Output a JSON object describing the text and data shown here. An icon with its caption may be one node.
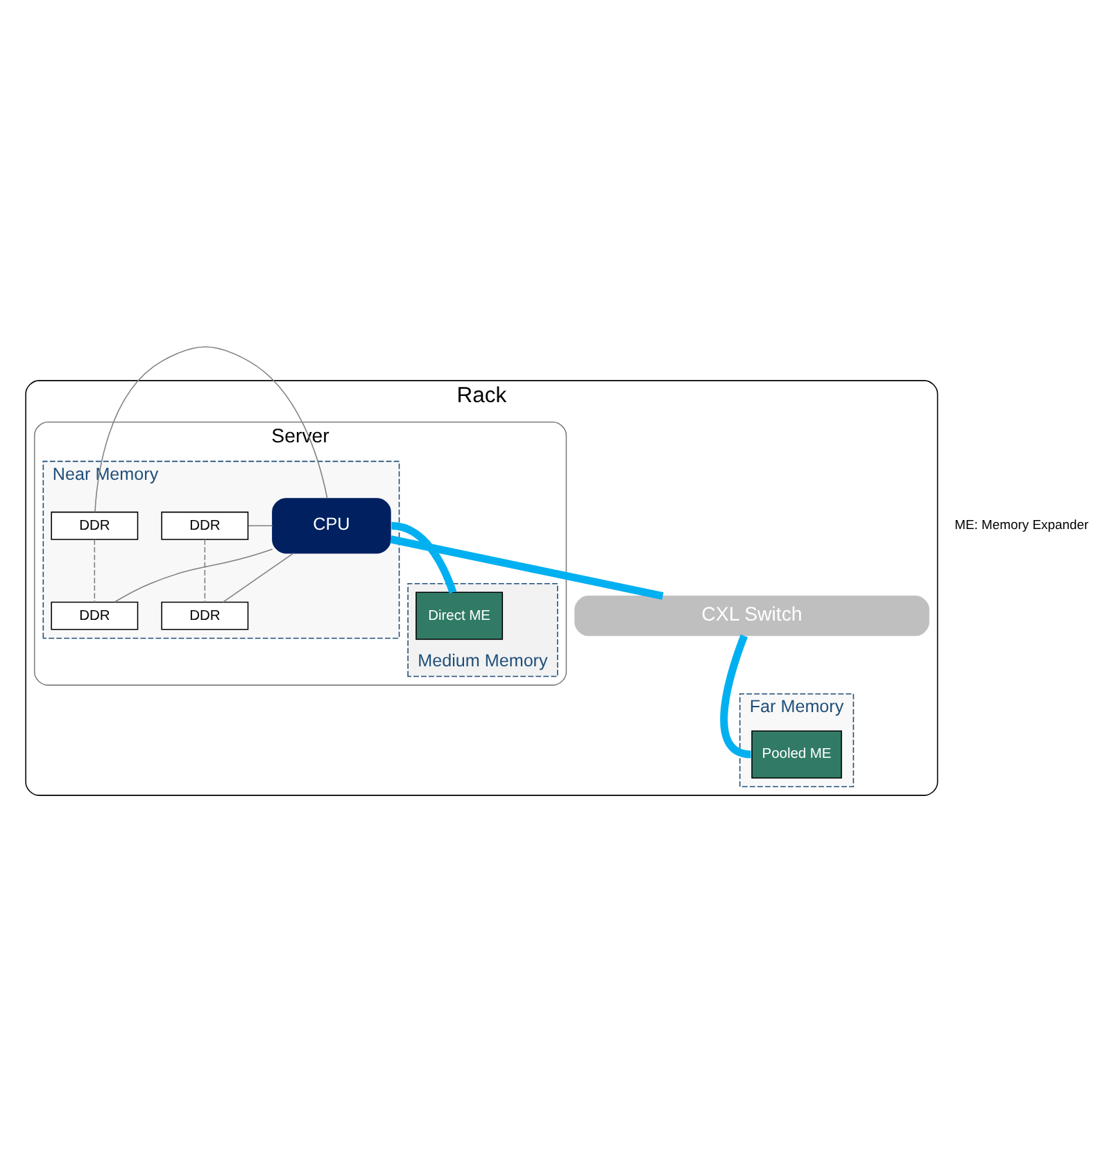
{
  "diagram": {
    "nodes": [
      {
        "text": [
          "Rack"
        ]
      },
      {
        "text": [
          "Server"
        ],
        "in": 0
      },
      {
        "text": [
          "Near Memory"
        ],
        "in": 1
      },
      {
        "text": [
          "DDR"
        ],
        "in": 2
      },
      {
        "text": [
          "DDR"
        ],
        "in": 2
      },
      {
        "text": [
          "CPU"
        ],
        "in": 2
      },
      {
        "text": [
          "DDR"
        ],
        "in": 2
      },
      {
        "text": [
          "DDR"
        ],
        "in": 2
      },
      {
        "text": [
          "Medium Memory"
        ],
        "in": 1
      },
      {
        "text": [
          "Direct ME"
        ],
        "in": 8
      },
      {
        "text": [
          "CXL Switch"
        ],
        "in": 0
      },
      {
        "text": [
          "Far Memory"
        ],
        "in": 0
      },
      {
        "text": [
          "Pooled ME"
        ],
        "in": 11
      }
    ],
    "edges": [
      {
        "from": 3,
        "to": 4,
        "arrow": "none",
        "style": "dashed"
      },
      {
        "from": 3,
        "to": 5,
        "arrow": "none"
      },
      {
        "from": 4,
        "to": 5,
        "arrow": "none"
      },
      {
        "from": 5,
        "to": 6,
        "arrow": "none"
      },
      {
        "from": 5,
        "to": 7,
        "arrow": "none"
      },
      {
        "from": 6,
        "to": 7,
        "arrow": "none",
        "style": "dashed"
      },
      {
        "from": 5,
        "to": 9,
        "arrow": "none",
        "style": "thick",
        "color": "#00b0f0"
      },
      {
        "from": 5,
        "to": 10,
        "arrow": "none",
        "style": "thick",
        "color": "#00b0f0"
      },
      {
        "from": 10,
        "to": 12,
        "arrow": "none",
        "style": "thick",
        "color": "#00b0f0"
      }
    ],
    "labels": [
      "ME: Memory Expander"
    ]
  }
}
